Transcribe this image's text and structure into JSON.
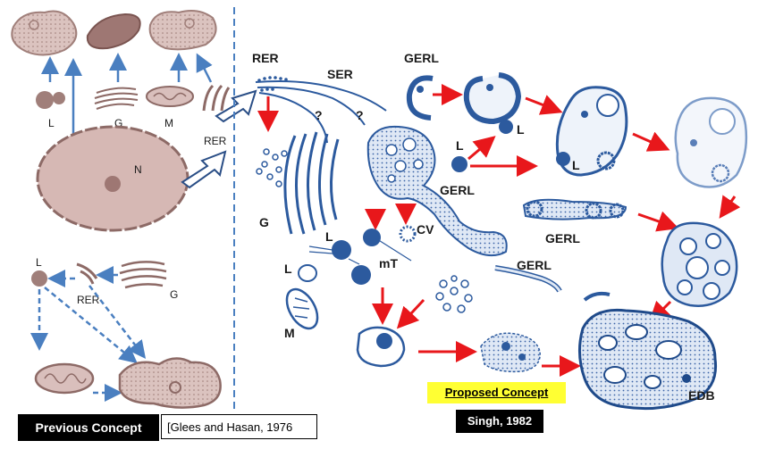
{
  "labels": {
    "prev_L": "L",
    "prev_G": "G",
    "prev_M": "M",
    "prev_RER": "RER",
    "prev_N": "N",
    "prev2_L": "L",
    "prev2_RER": "RER",
    "prev2_G": "G",
    "rer_top": "RER",
    "ser": "SER",
    "q1": "?",
    "q2": "?",
    "gerl_top": "GERL",
    "gerl_mid": "GERL",
    "gerl_band": "GERL",
    "gerl_tubule": "GERL",
    "golgi_G": "G",
    "lys_L1": "L",
    "lys_L2": "L",
    "lys_L3": "L",
    "lys_L4": "L",
    "mT": "mT",
    "cv": "CV",
    "mito_M": "M",
    "edb": "EDB"
  },
  "captions": {
    "previous": "Previous Concept",
    "previous_citation": "[Glees and Hasan, 1976",
    "proposed": "Proposed Concept",
    "proposed_citation": "Singh, 1982"
  },
  "colors": {
    "previous_cells": "#b08a86",
    "previous_fill": "#d9bfbc",
    "proposed_ink": "#2c5a9e",
    "proposed_fill": "#c9d8ee",
    "blue_arrow": "#4a7fc0",
    "red_arrow": "#e8171b",
    "divider": "#4a7fc0",
    "highlight": "#ffff33"
  }
}
